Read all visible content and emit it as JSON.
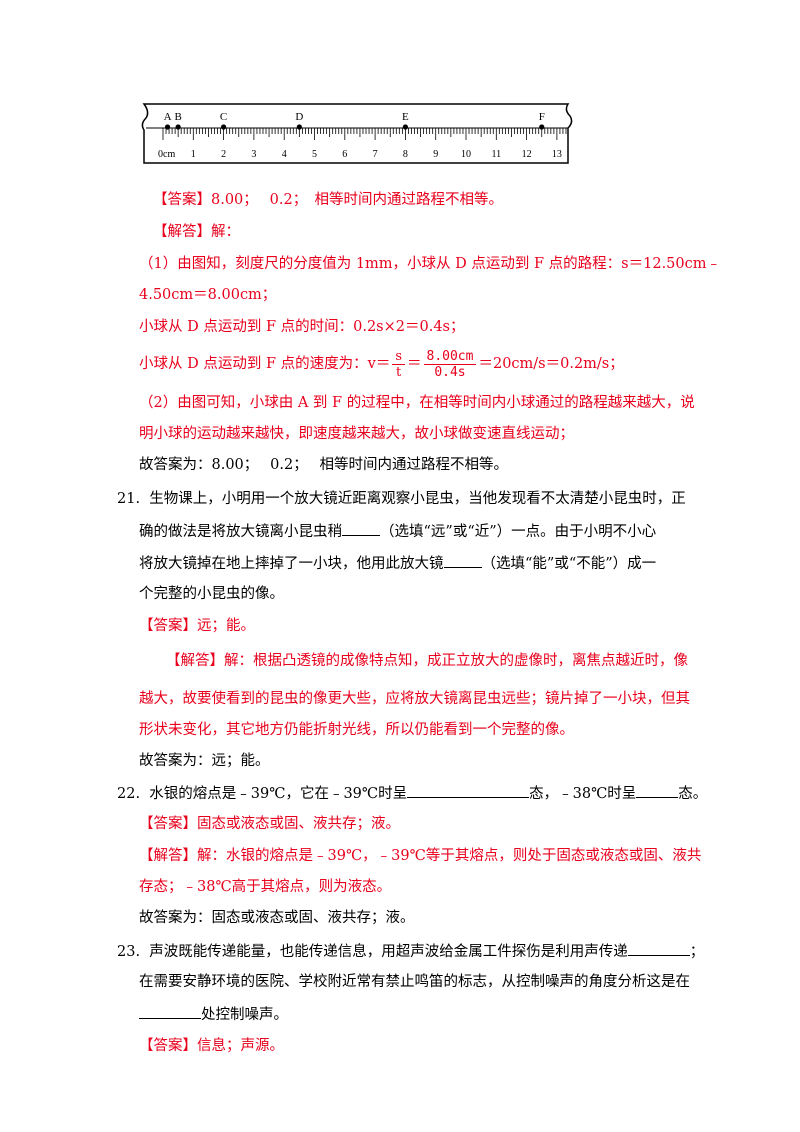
{
  "ruler": {
    "points": [
      {
        "label": "A",
        "pos": 0.15
      },
      {
        "label": "B",
        "pos": 0.5
      },
      {
        "label": "C",
        "pos": 2.0
      },
      {
        "label": "D",
        "pos": 4.5
      },
      {
        "label": "E",
        "pos": 8.0
      },
      {
        "label": "F",
        "pos": 12.5
      }
    ],
    "zero_label": "0cm",
    "numbers": [
      "1",
      "2",
      "3",
      "4",
      "5",
      "6",
      "7",
      "8",
      "9",
      "10",
      "11",
      "12",
      "13"
    ]
  },
  "q20": {
    "answer_label": "【答案】",
    "answer_text": "8.00；　 0.2；　相等时间内通过路程不相等。",
    "analysis_label": "【解答】",
    "analysis_intro": "解：",
    "p1_line1": "（1）由图知，刻度尺的分度值为 1mm，小球从 D 点运动到 F 点的路程：s＝12.50cm﹣",
    "p1_line2": "4.50cm＝8.00cm；",
    "p1_time": "小球从 D 点运动到 F 点的时间：0.2s×2＝0.4s；",
    "p1_speed_prefix": "小球从 D 点运动到 F 点的速度为：v＝",
    "frac1_num": "s",
    "frac1_den": "t",
    "eq": "＝",
    "frac2_num": "8.00cm",
    "frac2_den": "0.4s",
    "p1_speed_suffix": "＝20cm/s＝0.2m/s；",
    "p2_line1": "（2）由图可知，小球由 A 到 F 的过程中，在相等时间内小球通过的路程越来越大，说",
    "p2_line2": "明小球的运动越来越快，即速度越来越大，故小球做变速直线运动；",
    "final": "故答案为：8.00；　 0.2；　 相等时间内通过路程不相等。"
  },
  "q21": {
    "number": "21.",
    "line1": "生物课上，小明用一个放大镜近距离观察小昆虫，当他发现看不太清楚小昆虫时，正",
    "line2a": "确的做法是将放大镜离小昆虫稍",
    "line2b": "（选填“远”或“近”）一点。由于小明不小心",
    "line3a": "将放大镜掉在地上摔掉了一小块，他用此放大镜",
    "line3b": "（选填“能”或“不能”）成一",
    "line4": "个完整的小昆虫的像。",
    "answer_label": "【答案】",
    "answer_text": "远；能。",
    "analysis_label": "【解答】",
    "analysis_line1": "解：根据凸透镜的成像特点知，成正立放大的虚像时，离焦点越近时，像",
    "analysis_line2": "越大，故要使看到的昆虫的像更大些，应将放大镜离昆虫远些；镜片掉了一小块，但其",
    "analysis_line3": "形状未变化，其它地方仍能折射光线，所以仍能看到一个完整的像。",
    "final": "故答案为：远；能。"
  },
  "q22": {
    "number": "22.",
    "line1a": "水银的熔点是﹣39℃，它在﹣39℃时呈",
    "line1b": "态，﹣38℃时呈",
    "line1c": "态。",
    "answer_label": "【答案】",
    "answer_text": "固态或液态或固、液共存；液。",
    "analysis_label": "【解答】",
    "analysis_line1": "解：水银的熔点是﹣39℃，﹣39℃等于其熔点，则处于固态或液态或固、液共",
    "analysis_line2": "存态；﹣38℃高于其熔点，则为液态。",
    "final": "故答案为：固态或液态或固、液共存；液。"
  },
  "q23": {
    "number": "23.",
    "line1a": "声波既能传递能量，也能传递信息，用超声波给金属工件探伤是利用声传递",
    "line1b": "；",
    "line2": "在需要安静环境的医院、学校附近常有禁止鸣笛的标志，从控制噪声的角度分析这是在",
    "line3": "处控制噪声。",
    "answer_label": "【答案】",
    "answer_text": "信息；声源。"
  }
}
